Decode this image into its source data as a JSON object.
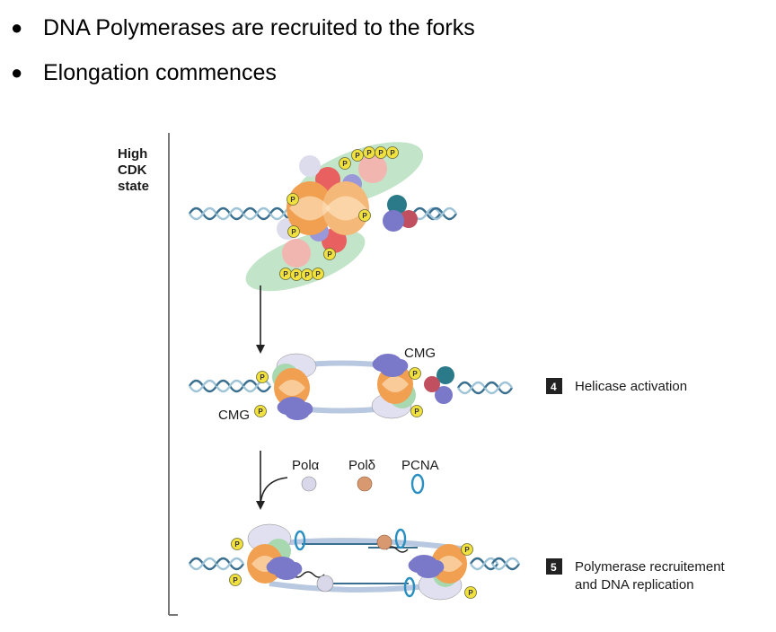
{
  "bullets": [
    {
      "text": "DNA Polymerases are recruited to the forks"
    },
    {
      "text": "Elongation commences"
    }
  ],
  "figure": {
    "state_label": [
      "High",
      "CDK",
      "state"
    ],
    "cmg_label": "CMG",
    "p_symbol": "P",
    "legend": {
      "pol_alpha": "Polα",
      "pol_delta": "Polδ",
      "pcna": "PCNA"
    },
    "steps": [
      {
        "number": "4",
        "label": "Helicase activation"
      },
      {
        "number": "5",
        "label_lines": [
          "Polymerase recruitement",
          "and DNA replication"
        ]
      }
    ],
    "colors": {
      "mcm_orange": "#f0a050",
      "cdc45_green": "#a8d8b0",
      "gins_blue": "#7a78c8",
      "pol_alpha": "#d8d8ea",
      "pol_delta": "#d89870",
      "pcna": "#2a8fc0",
      "phospho": "#f0e040",
      "dna": "#3a6f8f"
    }
  }
}
